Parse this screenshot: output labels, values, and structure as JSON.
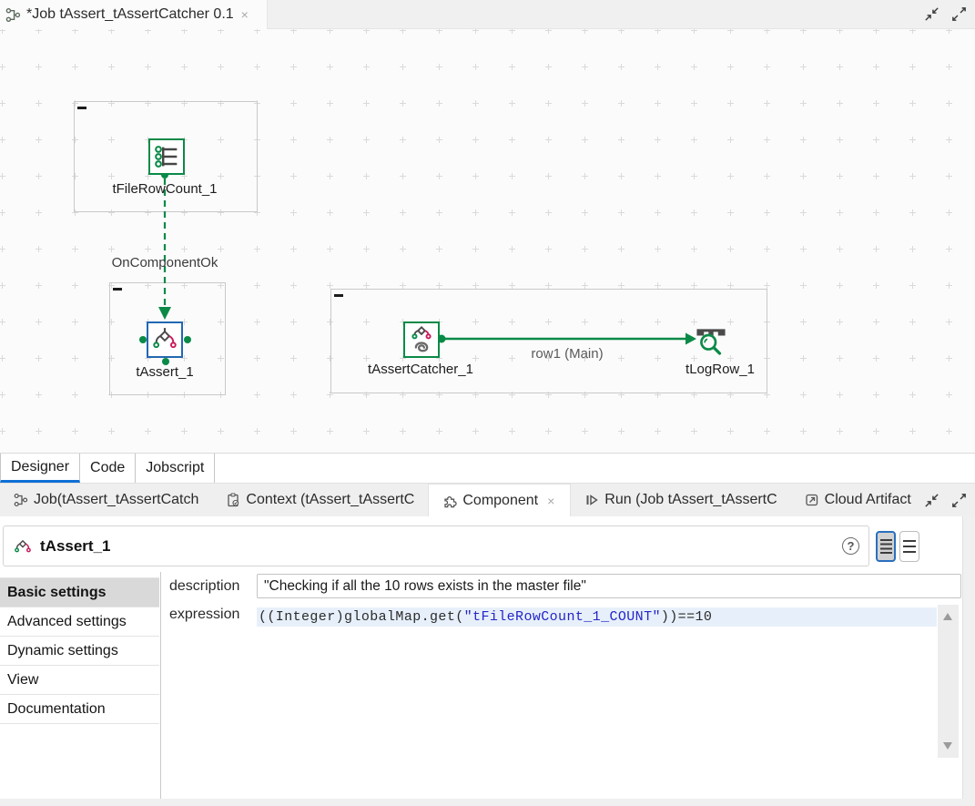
{
  "editor_tab": {
    "title": "*Job tAssert_tAssertCatcher 0.1"
  },
  "ui": {
    "close_glyph": "×",
    "help_glyph": "?"
  },
  "canvas": {
    "components": [
      {
        "name": "tFileRowCount_1",
        "icon": "tfilerowcount-icon"
      },
      {
        "name": "tAssert_1",
        "icon": "tassert-icon",
        "selected": true
      },
      {
        "name": "tAssertCatcher_1",
        "icon": "tassertcatcher-icon"
      },
      {
        "name": "tLogRow_1",
        "icon": "tlogrow-icon"
      }
    ],
    "connections": [
      {
        "label": "OnComponentOk",
        "type": "trigger-dashed"
      },
      {
        "label": "row1 (Main)",
        "type": "row-main"
      }
    ]
  },
  "view_tabs": [
    {
      "label": "Designer",
      "active": true
    },
    {
      "label": "Code",
      "active": false
    },
    {
      "label": "Jobscript",
      "active": false
    }
  ],
  "panel_tabs": [
    {
      "label": "Job(tAssert_tAssertCatch",
      "icon": "job-icon",
      "active": false
    },
    {
      "label": "Context (tAssert_tAssertC",
      "icon": "context-icon",
      "active": false
    },
    {
      "label": "Component",
      "icon": "component-icon",
      "active": true,
      "closable": true
    },
    {
      "label": "Run (Job tAssert_tAssertC",
      "icon": "run-icon",
      "active": false
    },
    {
      "label": "Cloud Artifact",
      "icon": "cloud-icon",
      "active": false
    }
  ],
  "component_panel": {
    "title": "tAssert_1",
    "sections": [
      {
        "label": "Basic settings",
        "active": true
      },
      {
        "label": "Advanced settings",
        "active": false
      },
      {
        "label": "Dynamic settings",
        "active": false
      },
      {
        "label": "View",
        "active": false
      },
      {
        "label": "Documentation",
        "active": false
      }
    ],
    "description_label": "description",
    "description_value": "\"Checking if all the 10 rows exists in the master file\"",
    "expression_label": "expression",
    "expression": {
      "prefix": "((Integer)globalMap.get(",
      "string": "\"tFileRowCount_1_COUNT\"",
      "suffix": "))==10"
    }
  },
  "colors": {
    "talend_green": "#0b8a47",
    "selection_blue": "#2268b2",
    "assert_red": "#c81d5a",
    "string_blue": "#2424c8",
    "active_tab_underline": "#0f6fd7"
  }
}
